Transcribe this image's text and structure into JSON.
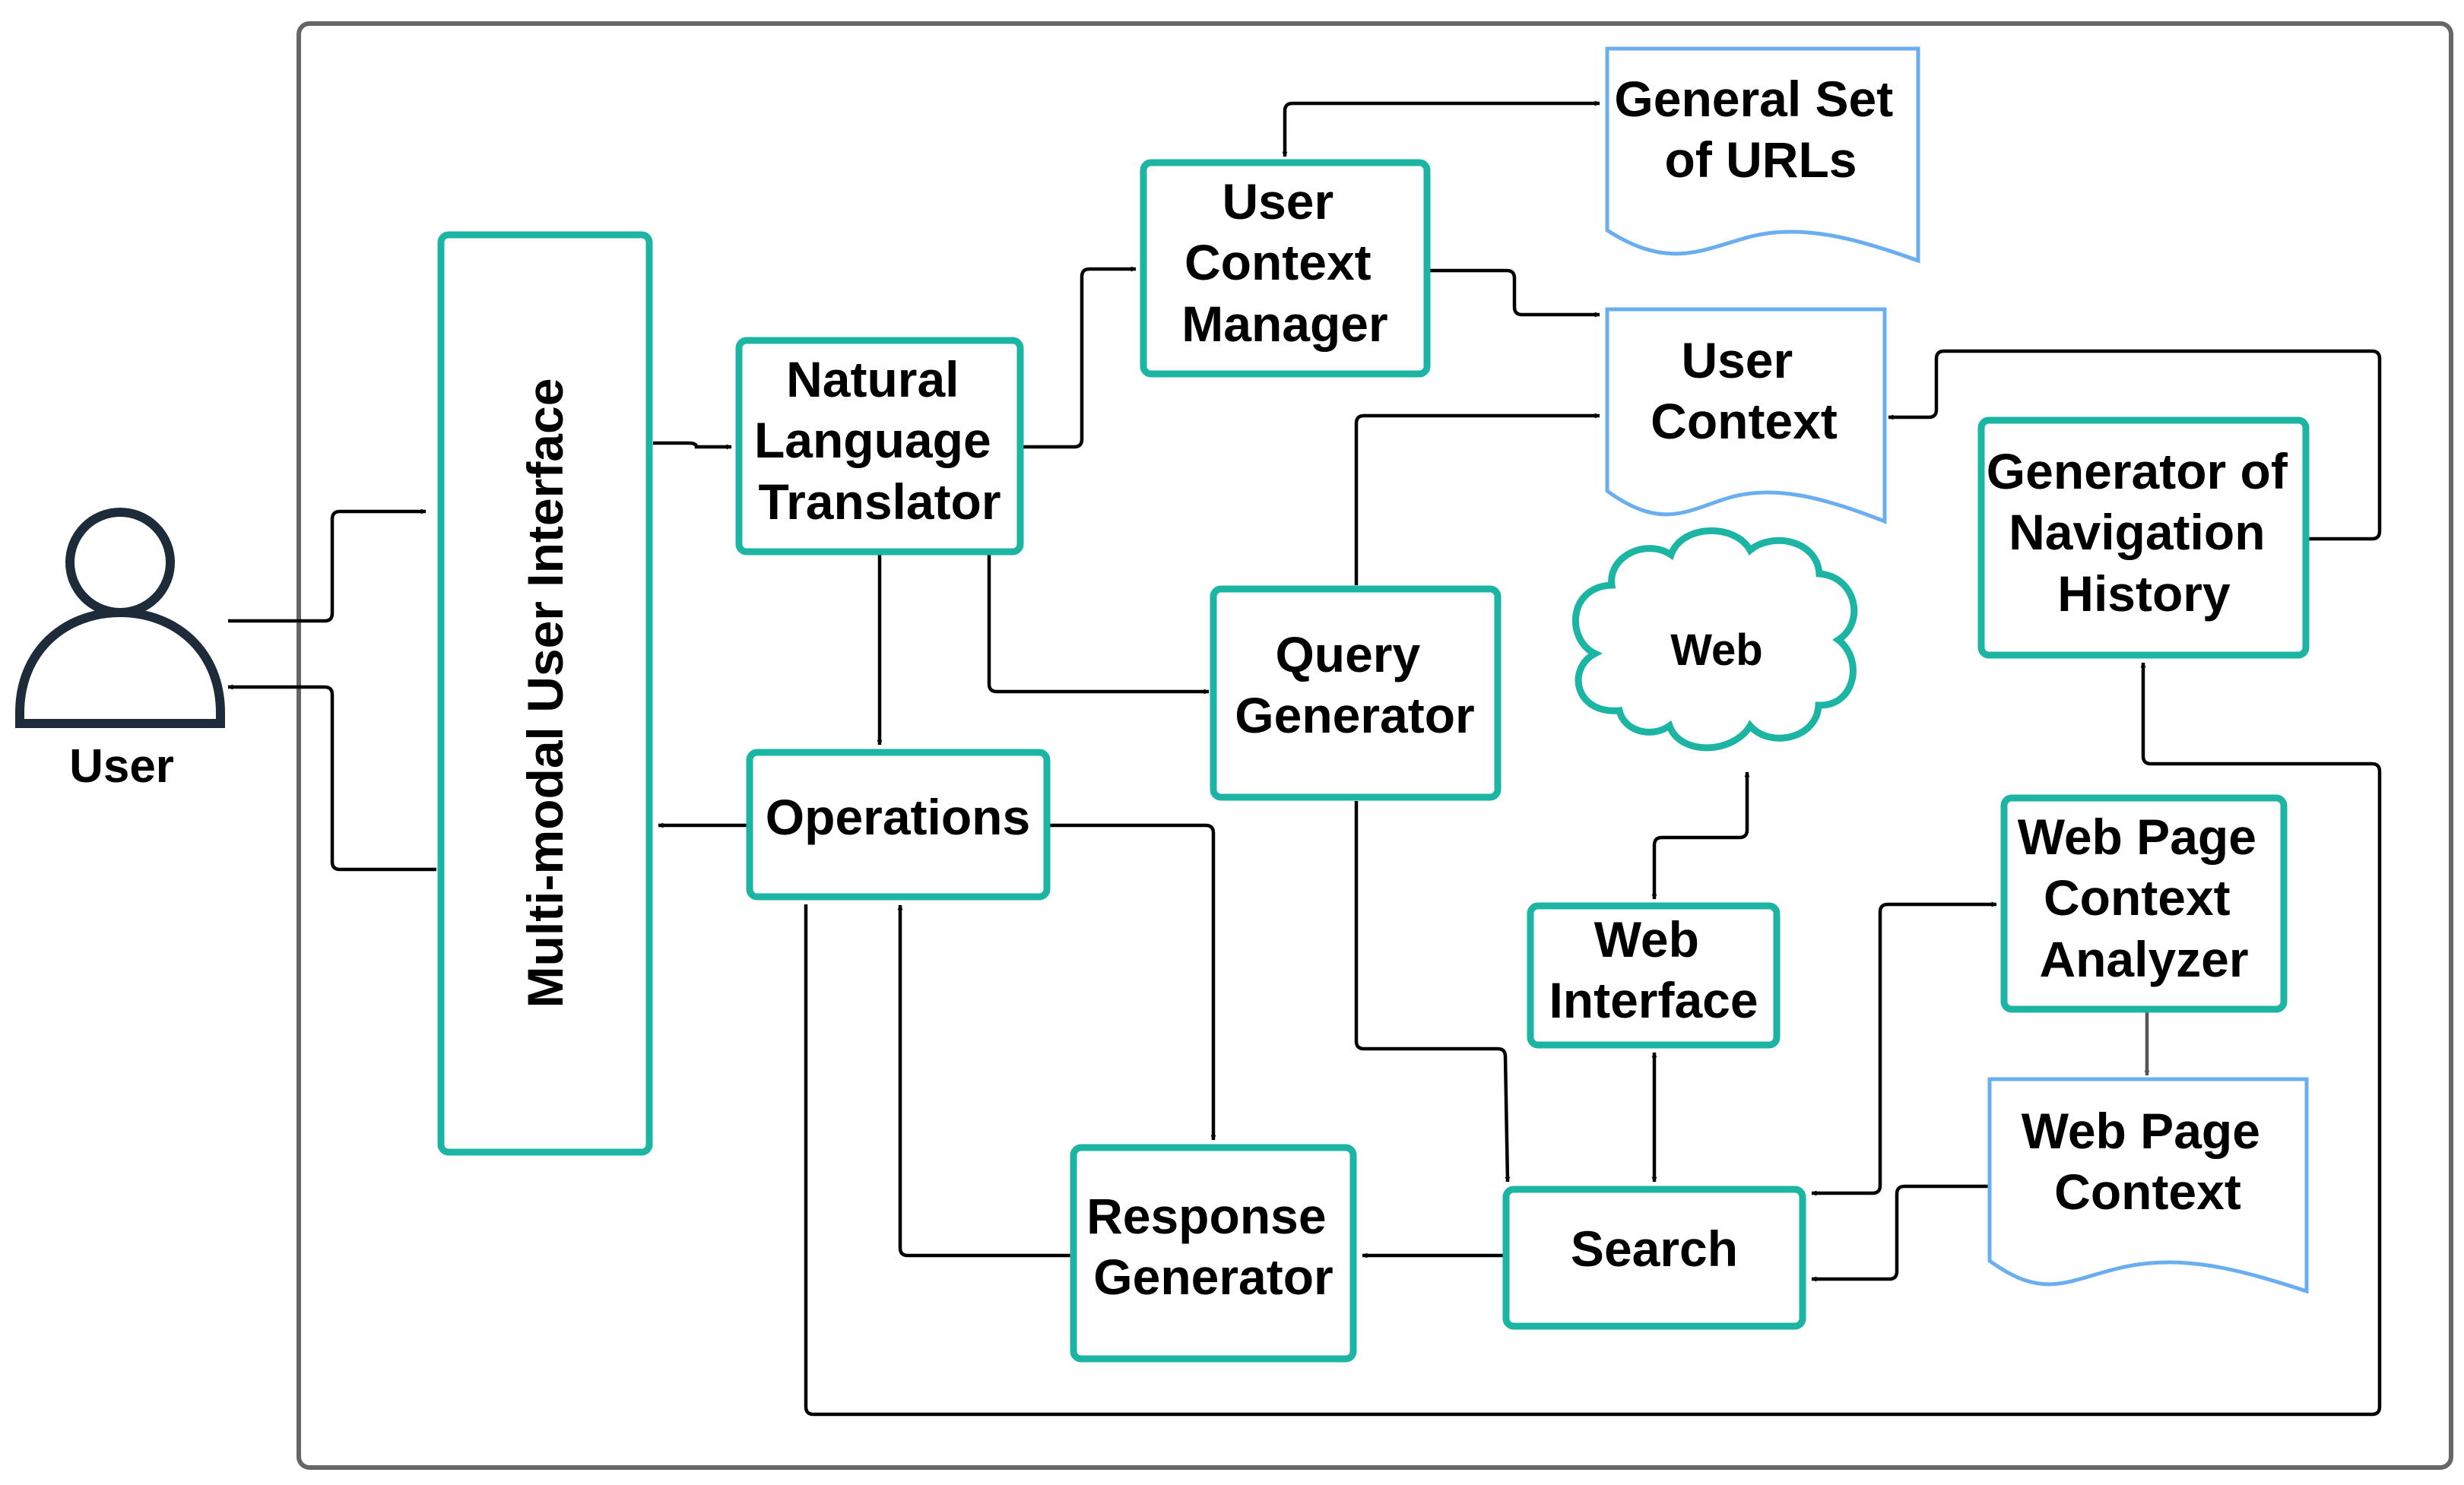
{
  "actor": {
    "label": "User"
  },
  "nodes": {
    "ui": {
      "label": "Multi-modal User Interface"
    },
    "nlt": {
      "lines": [
        "Natural",
        "Language",
        "Translator"
      ]
    },
    "ucm": {
      "lines": [
        "User",
        "Context",
        "Manager"
      ]
    },
    "urls": {
      "lines": [
        "General Set",
        "of URLs"
      ]
    },
    "uctx": {
      "lines": [
        "User",
        "Context"
      ]
    },
    "gnh": {
      "lines": [
        "Generator of",
        "Navigation",
        "History"
      ]
    },
    "qgen": {
      "lines": [
        "Query",
        "Generator"
      ]
    },
    "web": {
      "label": "Web"
    },
    "ops": {
      "label": "Operations"
    },
    "wint": {
      "lines": [
        "Web",
        "Interface"
      ]
    },
    "wpca": {
      "lines": [
        "Web Page",
        "Context",
        "Analyzer"
      ]
    },
    "wpc": {
      "lines": [
        "Web Page",
        "Context"
      ]
    },
    "resp": {
      "lines": [
        "Response",
        "Generator"
      ]
    },
    "search": {
      "label": "Search"
    }
  },
  "colors": {
    "process_border": "#1cb5a4",
    "document_border": "#6aaef0",
    "frame_border": "#666666",
    "connector": "#000000",
    "actor": "#1e2b3a"
  }
}
